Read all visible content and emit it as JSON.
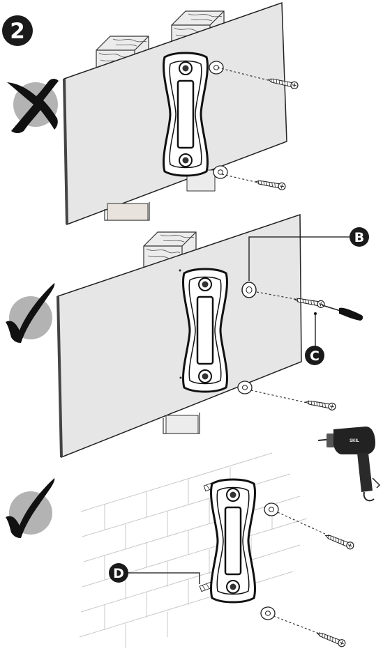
{
  "step": {
    "number": "2"
  },
  "panels": [
    {
      "status": "incorrect",
      "status_icon": "cross-icon"
    },
    {
      "status": "correct",
      "status_icon": "check-icon"
    },
    {
      "status": "correct",
      "status_icon": "check-icon"
    }
  ],
  "callouts": {
    "b": "B",
    "c": "C",
    "d": "D"
  },
  "drill_brand": "SKIL",
  "colors": {
    "panel": "#e6e6e6",
    "badge": "#1a1a1a",
    "status_disc": "#b3b3b3",
    "wood": "#e8e3dc"
  }
}
